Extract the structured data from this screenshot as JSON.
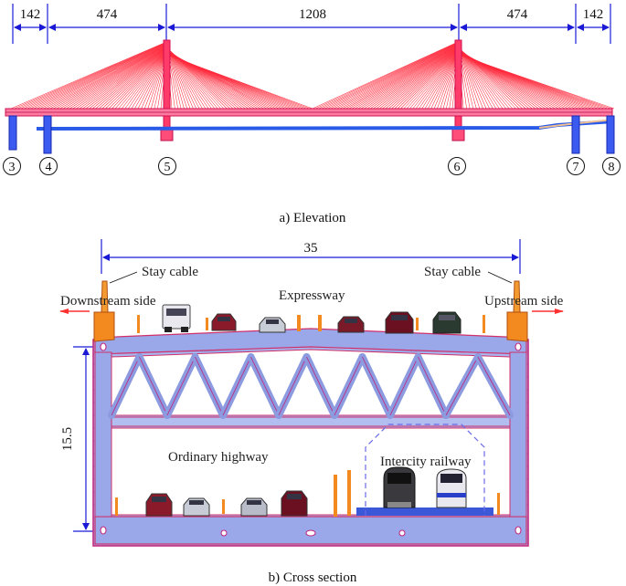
{
  "elevation": {
    "dimensions": [
      "142",
      "474",
      "1208",
      "474",
      "142"
    ],
    "piers": [
      "3",
      "4",
      "5",
      "6",
      "7",
      "8"
    ],
    "caption": "a) Elevation"
  },
  "cross_section": {
    "width_dim": "35",
    "height_dim": "15.5",
    "labels": {
      "stay_cable_left": "Stay cable",
      "stay_cable_right": "Stay cable",
      "downstream": "Downstream side",
      "upstream": "Upstream side",
      "expressway": "Expressway",
      "ordinary_highway": "Ordinary highway",
      "intercity_railway": "Intercity railway"
    },
    "caption": "b) Cross section"
  },
  "colors": {
    "cable": "#ff2a3c",
    "dimension": "#1a1ad6",
    "girder": "#8ea2e6",
    "girder_edge": "#c0207a",
    "deck": "#2050e0"
  }
}
